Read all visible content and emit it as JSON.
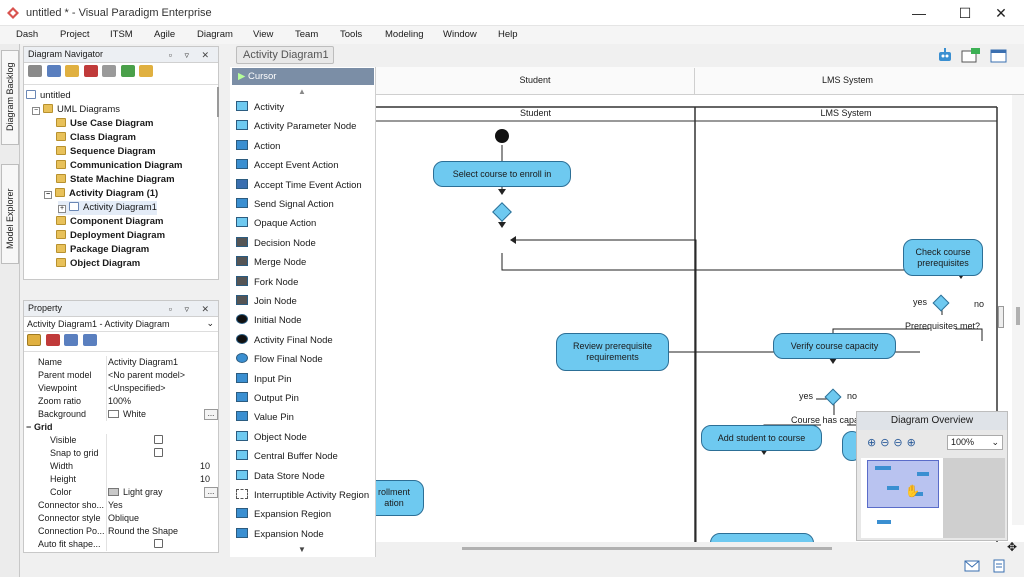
{
  "window": {
    "title": "untitled * - Visual Paradigm Enterprise",
    "minimize": "—",
    "maximize": "☐",
    "close": "✕"
  },
  "menu": [
    "Dash",
    "Project",
    "ITSM",
    "Agile",
    "Diagram",
    "View",
    "Team",
    "Tools",
    "Modeling",
    "Window",
    "Help"
  ],
  "side_tabs": {
    "backlog": "Diagram Backlog",
    "explorer": "Model Explorer"
  },
  "navigator": {
    "title": "Diagram Navigator",
    "tree": [
      {
        "label": "untitled",
        "level": 0,
        "bold": false
      },
      {
        "label": "UML Diagrams",
        "level": 1,
        "bold": false
      },
      {
        "label": "Use Case Diagram",
        "level": 2,
        "bold": true
      },
      {
        "label": "Class Diagram",
        "level": 2,
        "bold": true
      },
      {
        "label": "Sequence Diagram",
        "level": 2,
        "bold": true
      },
      {
        "label": "Communication Diagram",
        "level": 2,
        "bold": true
      },
      {
        "label": "State Machine Diagram",
        "level": 2,
        "bold": true
      },
      {
        "label": "Activity Diagram (1)",
        "level": 2,
        "bold": true
      },
      {
        "label": "Activity Diagram1",
        "level": 3,
        "bold": false
      },
      {
        "label": "Component Diagram",
        "level": 2,
        "bold": true
      },
      {
        "label": "Deployment Diagram",
        "level": 2,
        "bold": true
      },
      {
        "label": "Package Diagram",
        "level": 2,
        "bold": true
      },
      {
        "label": "Object Diagram",
        "level": 2,
        "bold": true
      }
    ]
  },
  "property": {
    "title": "Property",
    "selector": "Activity Diagram1 - Activity Diagram",
    "rows": [
      {
        "name": "Name",
        "value": "Activity Diagram1",
        "kind": "text"
      },
      {
        "name": "Parent model",
        "value": "<No parent model>",
        "kind": "text"
      },
      {
        "name": "Viewpoint",
        "value": "<Unspecified>",
        "kind": "text"
      },
      {
        "name": "Zoom ratio",
        "value": "100%",
        "kind": "text"
      },
      {
        "name": "Background",
        "value": "White",
        "kind": "color"
      },
      {
        "name": "Grid",
        "value": "",
        "kind": "group"
      },
      {
        "name": "Visible",
        "value": "",
        "kind": "check"
      },
      {
        "name": "Snap to grid",
        "value": "",
        "kind": "check"
      },
      {
        "name": "Width",
        "value": "10",
        "kind": "num"
      },
      {
        "name": "Height",
        "value": "10",
        "kind": "num"
      },
      {
        "name": "Color",
        "value": "Light gray",
        "kind": "color"
      },
      {
        "name": "Connector sho...",
        "value": "Yes",
        "kind": "text"
      },
      {
        "name": "Connector style",
        "value": "Oblique",
        "kind": "text"
      },
      {
        "name": "Connection Po...",
        "value": "Round the Shape",
        "kind": "text"
      },
      {
        "name": "Auto fit shape...",
        "value": "",
        "kind": "check"
      }
    ]
  },
  "diagram_tab": "Activity Diagram1",
  "palette": {
    "selected": "Cursor",
    "items": [
      "Activity",
      "Activity Parameter Node",
      "Action",
      "Accept Event Action",
      "Accept Time Event Action",
      "Send Signal Action",
      "Opaque Action",
      "Decision Node",
      "Merge Node",
      "Fork Node",
      "Join Node",
      "Initial Node",
      "Activity Final Node",
      "Flow Final Node",
      "Input Pin",
      "Output Pin",
      "Value Pin",
      "Object Node",
      "Central Buffer Node",
      "Data Store Node",
      "Interruptible Activity Region",
      "Expansion Region",
      "Expansion Node"
    ]
  },
  "swimlanes": {
    "top_student": "Student",
    "top_lms": "LMS System",
    "inner_student": "Student",
    "inner_lms": "LMS System"
  },
  "nodes": {
    "select_course": "Select course to enroll in",
    "check_prereq": "Check course prerequisites",
    "review_prereq": "Review prerequisite requirements",
    "verify_capacity": "Verify course capacity",
    "add_student": "Add student to course",
    "enrollment_partial": "rollment\nation"
  },
  "labels": {
    "yes1": "yes",
    "no1": "no",
    "prereq_met": "Prerequisites met?",
    "yes2": "yes",
    "no2": "no",
    "capacity": "Course has capa"
  },
  "overview": {
    "title": "Diagram Overview",
    "zoom": "100%"
  },
  "colors": {
    "node_fill": "#6ec9f0",
    "node_border": "#2c6f96",
    "accent": "#d9534f"
  }
}
